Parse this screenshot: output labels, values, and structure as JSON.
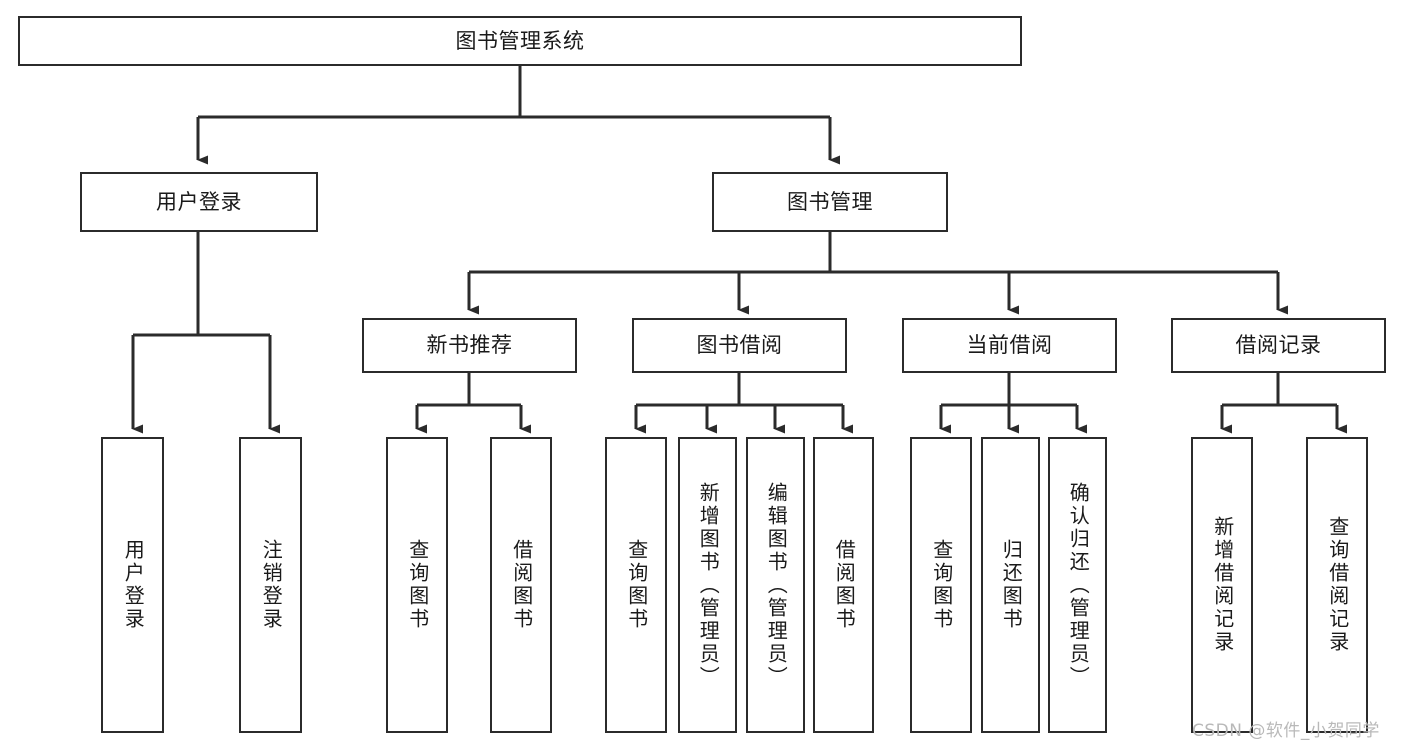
{
  "diagram": {
    "type": "tree-hierarchy",
    "title": "图书管理系统",
    "watermark": "CSDN @软件_小贺同学",
    "colors": {
      "box_border": "#2b2b2b",
      "box_fill": "#ffffff",
      "connector": "#2b2b2b",
      "text": "#1a1a1a",
      "watermark": "#b9b9b9",
      "background": "#ffffff"
    },
    "levels": {
      "level0": [
        {
          "id": "root",
          "label": "图书管理系统",
          "orientation": "horizontal"
        }
      ],
      "level1": [
        {
          "id": "user-login",
          "label": "用户登录",
          "orientation": "horizontal"
        },
        {
          "id": "book-manage",
          "label": "图书管理",
          "orientation": "horizontal"
        }
      ],
      "level2": [
        {
          "id": "new-book-rec",
          "label": "新书推荐",
          "orientation": "horizontal"
        },
        {
          "id": "book-borrow",
          "label": "图书借阅",
          "orientation": "horizontal"
        },
        {
          "id": "current-borrow",
          "label": "当前借阅",
          "orientation": "horizontal"
        },
        {
          "id": "borrow-record",
          "label": "借阅记录",
          "orientation": "horizontal"
        }
      ],
      "level3": [
        {
          "id": "leaf-user-login",
          "label": "用户登录",
          "parent": "user-login",
          "orientation": "vertical"
        },
        {
          "id": "leaf-user-logout",
          "label": "注销登录",
          "parent": "user-login",
          "orientation": "vertical"
        },
        {
          "id": "leaf-query-book-1",
          "label": "查询图书",
          "parent": "new-book-rec",
          "orientation": "vertical"
        },
        {
          "id": "leaf-borrow-book-1",
          "label": "借阅图书",
          "parent": "new-book-rec",
          "orientation": "vertical"
        },
        {
          "id": "leaf-query-book-2",
          "label": "查询图书",
          "parent": "book-borrow",
          "orientation": "vertical"
        },
        {
          "id": "leaf-add-book",
          "label": "新增图书（管理员）",
          "parent": "book-borrow",
          "orientation": "vertical"
        },
        {
          "id": "leaf-edit-book",
          "label": "编辑图书（管理员）",
          "parent": "book-borrow",
          "orientation": "vertical"
        },
        {
          "id": "leaf-borrow-book-2",
          "label": "借阅图书",
          "parent": "book-borrow",
          "orientation": "vertical"
        },
        {
          "id": "leaf-query-book-3",
          "label": "查询图书",
          "parent": "current-borrow",
          "orientation": "vertical"
        },
        {
          "id": "leaf-return-book",
          "label": "归还图书",
          "parent": "current-borrow",
          "orientation": "vertical"
        },
        {
          "id": "leaf-confirm-return",
          "label": "确认归还（管理员）",
          "parent": "current-borrow",
          "orientation": "vertical"
        },
        {
          "id": "leaf-add-record",
          "label": "新增借阅记录",
          "parent": "borrow-record",
          "orientation": "vertical"
        },
        {
          "id": "leaf-query-record",
          "label": "查询借阅记录",
          "parent": "borrow-record",
          "orientation": "vertical"
        }
      ]
    }
  }
}
